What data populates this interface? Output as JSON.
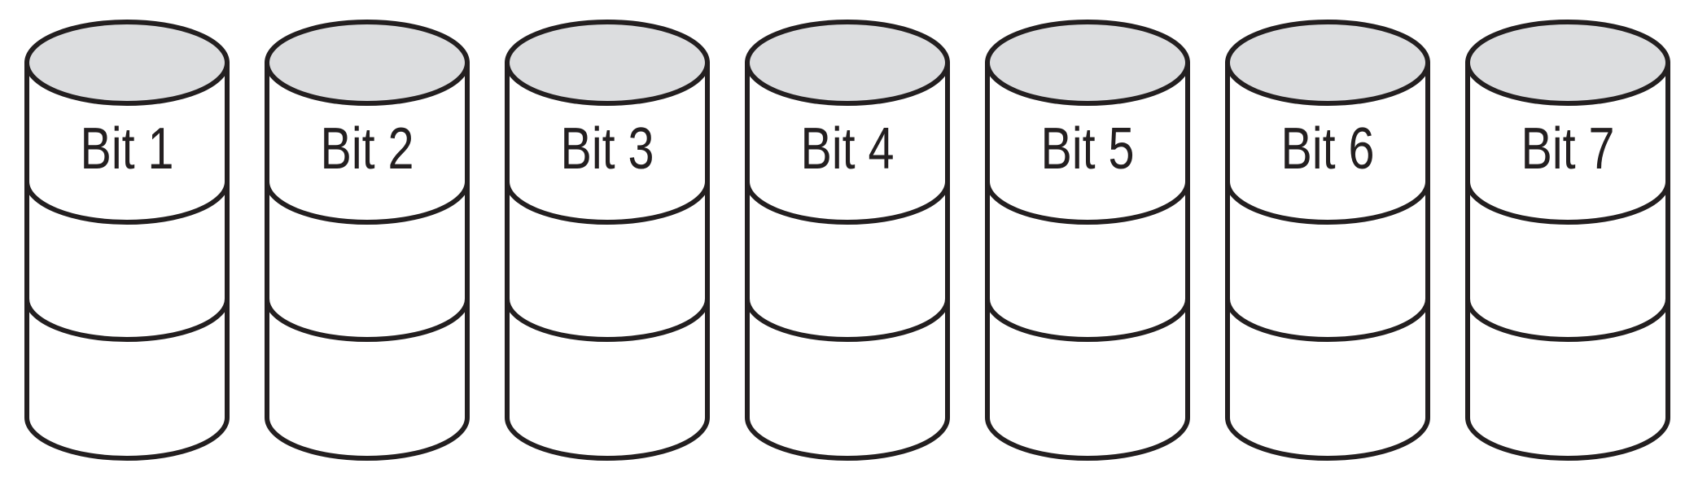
{
  "diagram": {
    "colors": {
      "stroke": "#231f20",
      "top_fill": "#dcdddf",
      "body_fill": "#ffffff",
      "label": "#231f20"
    },
    "disks": [
      {
        "label": "Bit 1"
      },
      {
        "label": "Bit 2"
      },
      {
        "label": "Bit 3"
      },
      {
        "label": "Bit 4"
      },
      {
        "label": "Bit 5"
      },
      {
        "label": "Bit 6"
      },
      {
        "label": "Bit 7"
      }
    ]
  }
}
